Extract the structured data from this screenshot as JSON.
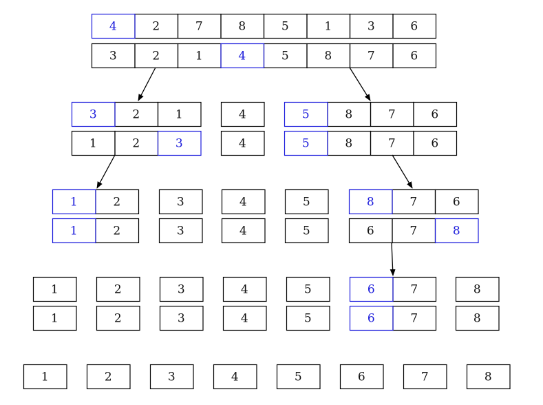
{
  "diagram": {
    "title": "",
    "pivot_color": "#1a1adb",
    "normal_color": "#111111",
    "levels": [
      {
        "rows": [
          {
            "groups": [
              {
                "values": [
                  "4",
                  "2",
                  "7",
                  "8",
                  "5",
                  "1",
                  "3",
                  "6"
                ],
                "pivot": 0
              }
            ]
          },
          {
            "groups": [
              {
                "values": [
                  "3",
                  "2",
                  "1",
                  "4",
                  "5",
                  "8",
                  "7",
                  "6"
                ],
                "pivot": 3
              }
            ]
          }
        ]
      },
      {
        "rows": [
          {
            "groups": [
              {
                "values": [
                  "3",
                  "2",
                  "1"
                ],
                "pivot": 0
              },
              {
                "values": [
                  "4"
                ],
                "pivot": -1
              },
              {
                "values": [
                  "5",
                  "8",
                  "7",
                  "6"
                ],
                "pivot": 0
              }
            ]
          },
          {
            "groups": [
              {
                "values": [
                  "1",
                  "2",
                  "3"
                ],
                "pivot": 2
              },
              {
                "values": [
                  "4"
                ],
                "pivot": -1
              },
              {
                "values": [
                  "5",
                  "8",
                  "7",
                  "6"
                ],
                "pivot": 0
              }
            ]
          }
        ]
      },
      {
        "rows": [
          {
            "groups": [
              {
                "values": [
                  "1",
                  "2"
                ],
                "pivot": 0
              },
              {
                "values": [
                  "3"
                ],
                "pivot": -1
              },
              {
                "values": [
                  "4"
                ],
                "pivot": -1
              },
              {
                "values": [
                  "5"
                ],
                "pivot": -1
              },
              {
                "values": [
                  "8",
                  "7",
                  "6"
                ],
                "pivot": 0
              }
            ]
          },
          {
            "groups": [
              {
                "values": [
                  "1",
                  "2"
                ],
                "pivot": 0
              },
              {
                "values": [
                  "3"
                ],
                "pivot": -1
              },
              {
                "values": [
                  "4"
                ],
                "pivot": -1
              },
              {
                "values": [
                  "5"
                ],
                "pivot": -1
              },
              {
                "values": [
                  "6",
                  "7",
                  "8"
                ],
                "pivot": 2
              }
            ]
          }
        ]
      },
      {
        "rows": [
          {
            "groups": [
              {
                "values": [
                  "1"
                ],
                "pivot": -1
              },
              {
                "values": [
                  "2"
                ],
                "pivot": -1
              },
              {
                "values": [
                  "3"
                ],
                "pivot": -1
              },
              {
                "values": [
                  "4"
                ],
                "pivot": -1
              },
              {
                "values": [
                  "5"
                ],
                "pivot": -1
              },
              {
                "values": [
                  "6",
                  "7"
                ],
                "pivot": 0
              },
              {
                "values": [
                  "8"
                ],
                "pivot": -1
              }
            ]
          },
          {
            "groups": [
              {
                "values": [
                  "1"
                ],
                "pivot": -1
              },
              {
                "values": [
                  "2"
                ],
                "pivot": -1
              },
              {
                "values": [
                  "3"
                ],
                "pivot": -1
              },
              {
                "values": [
                  "4"
                ],
                "pivot": -1
              },
              {
                "values": [
                  "5"
                ],
                "pivot": -1
              },
              {
                "values": [
                  "6",
                  "7"
                ],
                "pivot": 0
              },
              {
                "values": [
                  "8"
                ],
                "pivot": -1
              }
            ]
          }
        ]
      },
      {
        "rows": [
          {
            "groups": [
              {
                "values": [
                  "1"
                ],
                "pivot": -1
              },
              {
                "values": [
                  "2"
                ],
                "pivot": -1
              },
              {
                "values": [
                  "3"
                ],
                "pivot": -1
              },
              {
                "values": [
                  "4"
                ],
                "pivot": -1
              },
              {
                "values": [
                  "5"
                ],
                "pivot": -1
              },
              {
                "values": [
                  "6"
                ],
                "pivot": -1
              },
              {
                "values": [
                  "7"
                ],
                "pivot": -1
              },
              {
                "values": [
                  "8"
                ],
                "pivot": -1
              }
            ]
          }
        ]
      }
    ],
    "arrows": [
      {
        "from_level": 0,
        "to_level": 1,
        "to_group": 0
      },
      {
        "from_level": 0,
        "to_level": 1,
        "to_group": 2
      },
      {
        "from_level": 1,
        "to_level": 2,
        "to_group": 0
      },
      {
        "from_level": 1,
        "to_level": 2,
        "to_group": 4
      },
      {
        "from_level": 2,
        "to_level": 3,
        "to_group": 5
      }
    ]
  }
}
